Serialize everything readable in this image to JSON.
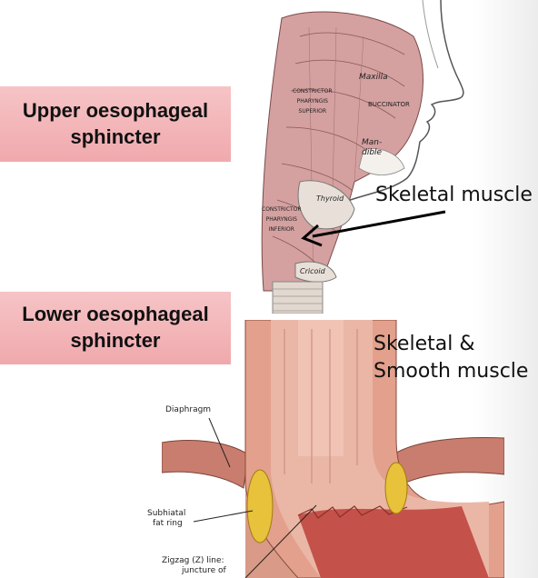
{
  "labels": {
    "upper": "Upper oesophageal\nsphincter",
    "lower": "Lower oesophageal\nsphincter"
  },
  "captions": {
    "skeletal": "Skeletal muscle",
    "mixed_line1": "Skeletal &",
    "mixed_line2": "Smooth muscle"
  },
  "annotations": {
    "diaphragm": "Diaphragm",
    "fat_ring_line1": "Subhiatal",
    "fat_ring_line2": "fat ring",
    "zline_line1": "Zigzag (Z) line:",
    "zline_line2": "juncture of"
  },
  "illustration_tags": {
    "maxilla": "Maxilla",
    "buccinator": "BUCCINATOR",
    "mandible": "Man-\ndible",
    "constrictor_superior": "CONSTRICTOR\nPHARYNGIS\nSUPERIOR",
    "thyroid": "Thyroid",
    "constrictor_inferior": "CONSTRICTOR\nPHARYNGIS\nINFERIOR",
    "cricoid": "Cricoid"
  },
  "colors": {
    "label_box_top": "#f6c4c6",
    "label_box_bottom": "#f0a9ad",
    "muscle": "#c98a8a",
    "esophagus": "#d98a78",
    "fat": "#e7c23a"
  }
}
